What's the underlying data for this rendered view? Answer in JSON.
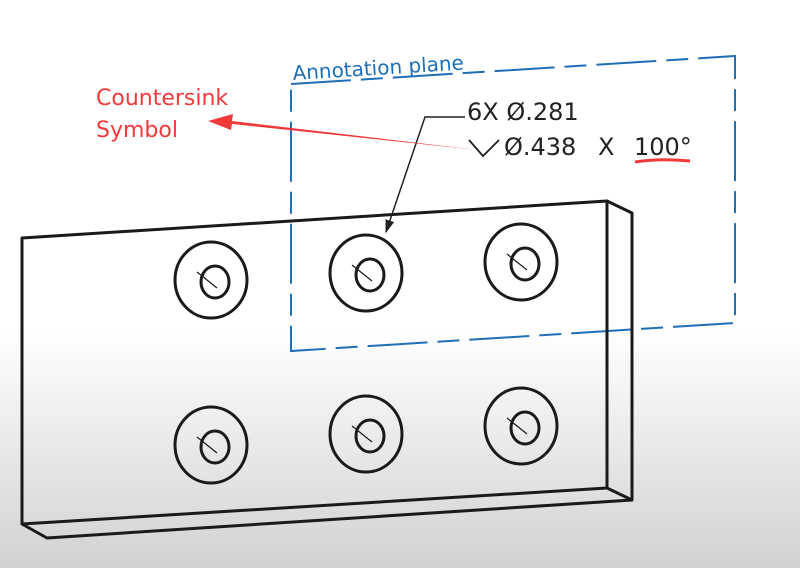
{
  "plane_label": "Annotation plane",
  "callout": {
    "line1": "6X Ø.281",
    "line2_diameter": "Ø.438",
    "line2_x": "X",
    "line2_angle": "100°"
  },
  "pointer_label": {
    "line1": "Countersink",
    "line2": "Symbol"
  },
  "colors": {
    "plane": "#1f6fb5",
    "highlight": "#f03a3a",
    "ink": "#1a1a1a"
  }
}
